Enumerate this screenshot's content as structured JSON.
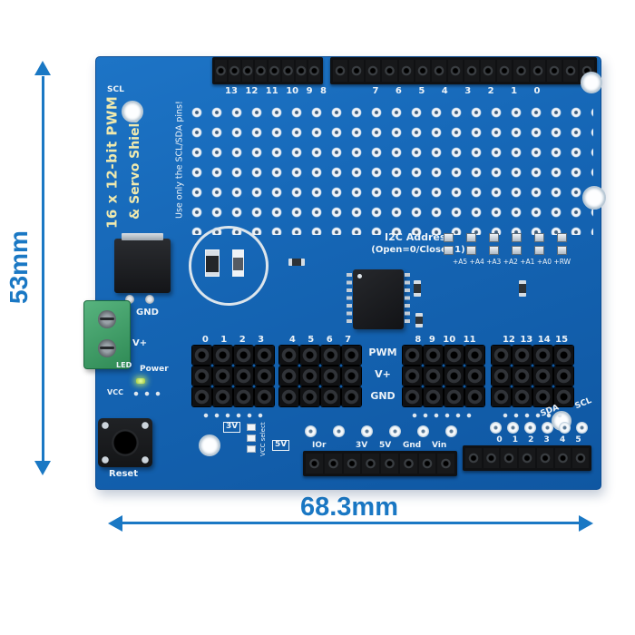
{
  "dims": {
    "height_label": "53mm",
    "width_label": "68.3mm"
  },
  "board": {
    "title_line1": "16 x 12-bit PWM",
    "title_line2": "& Servo Shield",
    "note": "Use only the SCL/SDA pins!",
    "top": {
      "scl": "SCL",
      "digital_left": "13 12 11 10 9 8",
      "digital_right": "7 6 5 4 3 2 1 0"
    },
    "i2c": {
      "line1": "I2C Address",
      "line2": "(Open=0/Close=1)",
      "jumper_labels": "+A5 +A4 +A3 +A2 +A1 +A0 +RW"
    },
    "servo": {
      "group1": "0 1 2 3",
      "group2": "4 5 6 7",
      "group3": "8 9 10 11",
      "group4": "12 13 14 15",
      "row1": "PWM",
      "row2": "V+",
      "row3": "GND"
    },
    "terminal": {
      "gnd": "GND",
      "vplus": "V+"
    },
    "power_area": {
      "led": "LED",
      "power": "Power",
      "vcc": "VCC",
      "reset": "Reset"
    },
    "vcc_select": {
      "v3": "3V",
      "label": "VCC select",
      "v5": "5V"
    },
    "bottom": {
      "ioref": "IOr",
      "v3": "3V",
      "v5": "5V",
      "gnd": "Gnd",
      "vin": "Vin",
      "analog": "0 1 2 3 4 5",
      "sda": "SDA",
      "scl": "SCL"
    }
  },
  "colors": {
    "dimension_blue": "#1a78c4",
    "pcb_blue": "#1565b4",
    "silk_white": "#edf3f8",
    "silk_yellow": "#efe9ae",
    "terminal_green": "#3f9e63"
  }
}
